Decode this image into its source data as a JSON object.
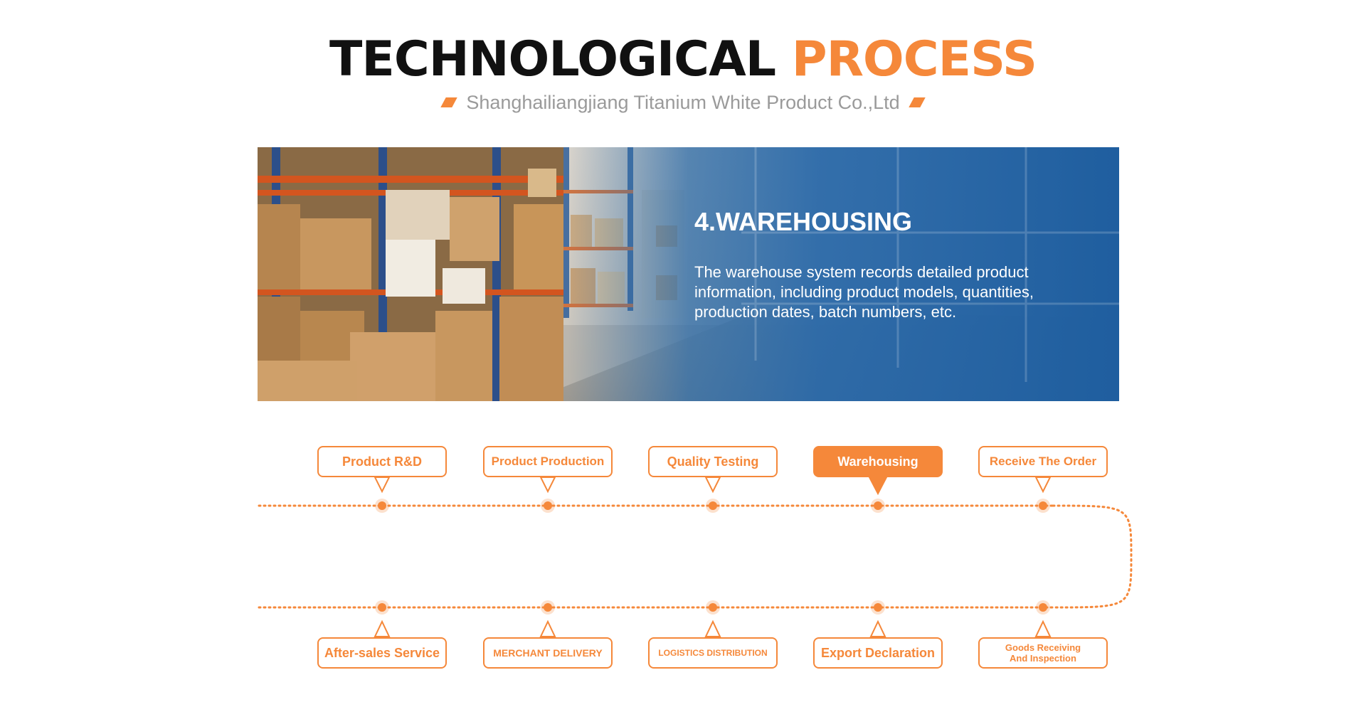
{
  "header": {
    "title_part1": "TECHNOLOGICAL",
    "title_part2": "PROCESS",
    "subtitle": "Shanghailiangjiang Titanium White Product Co.,Ltd"
  },
  "banner": {
    "heading": "4.WAREHOUSING",
    "text": "The warehouse system records detailed product\ninformation, including product models, quantities,\nproduction dates, batch numbers, etc."
  },
  "steps_top": [
    {
      "label": "Product R&D",
      "active": false
    },
    {
      "label": "Product Production",
      "active": false
    },
    {
      "label": "Quality Testing",
      "active": false
    },
    {
      "label": "Warehousing",
      "active": true
    },
    {
      "label": "Receive The Order",
      "active": false
    }
  ],
  "steps_bottom": [
    {
      "label": "After-sales Service"
    },
    {
      "label": "MERCHANT DELIVERY"
    },
    {
      "label": "LOGISTICS DISTRIBUTION"
    },
    {
      "label": "Export Declaration"
    },
    {
      "label": "Goods Receiving\nAnd Inspection"
    }
  ],
  "colors": {
    "accent": "#f5883a",
    "title": "#111111",
    "subtitle": "#9a9a9a",
    "banner_overlay": "#2a6aa8"
  }
}
